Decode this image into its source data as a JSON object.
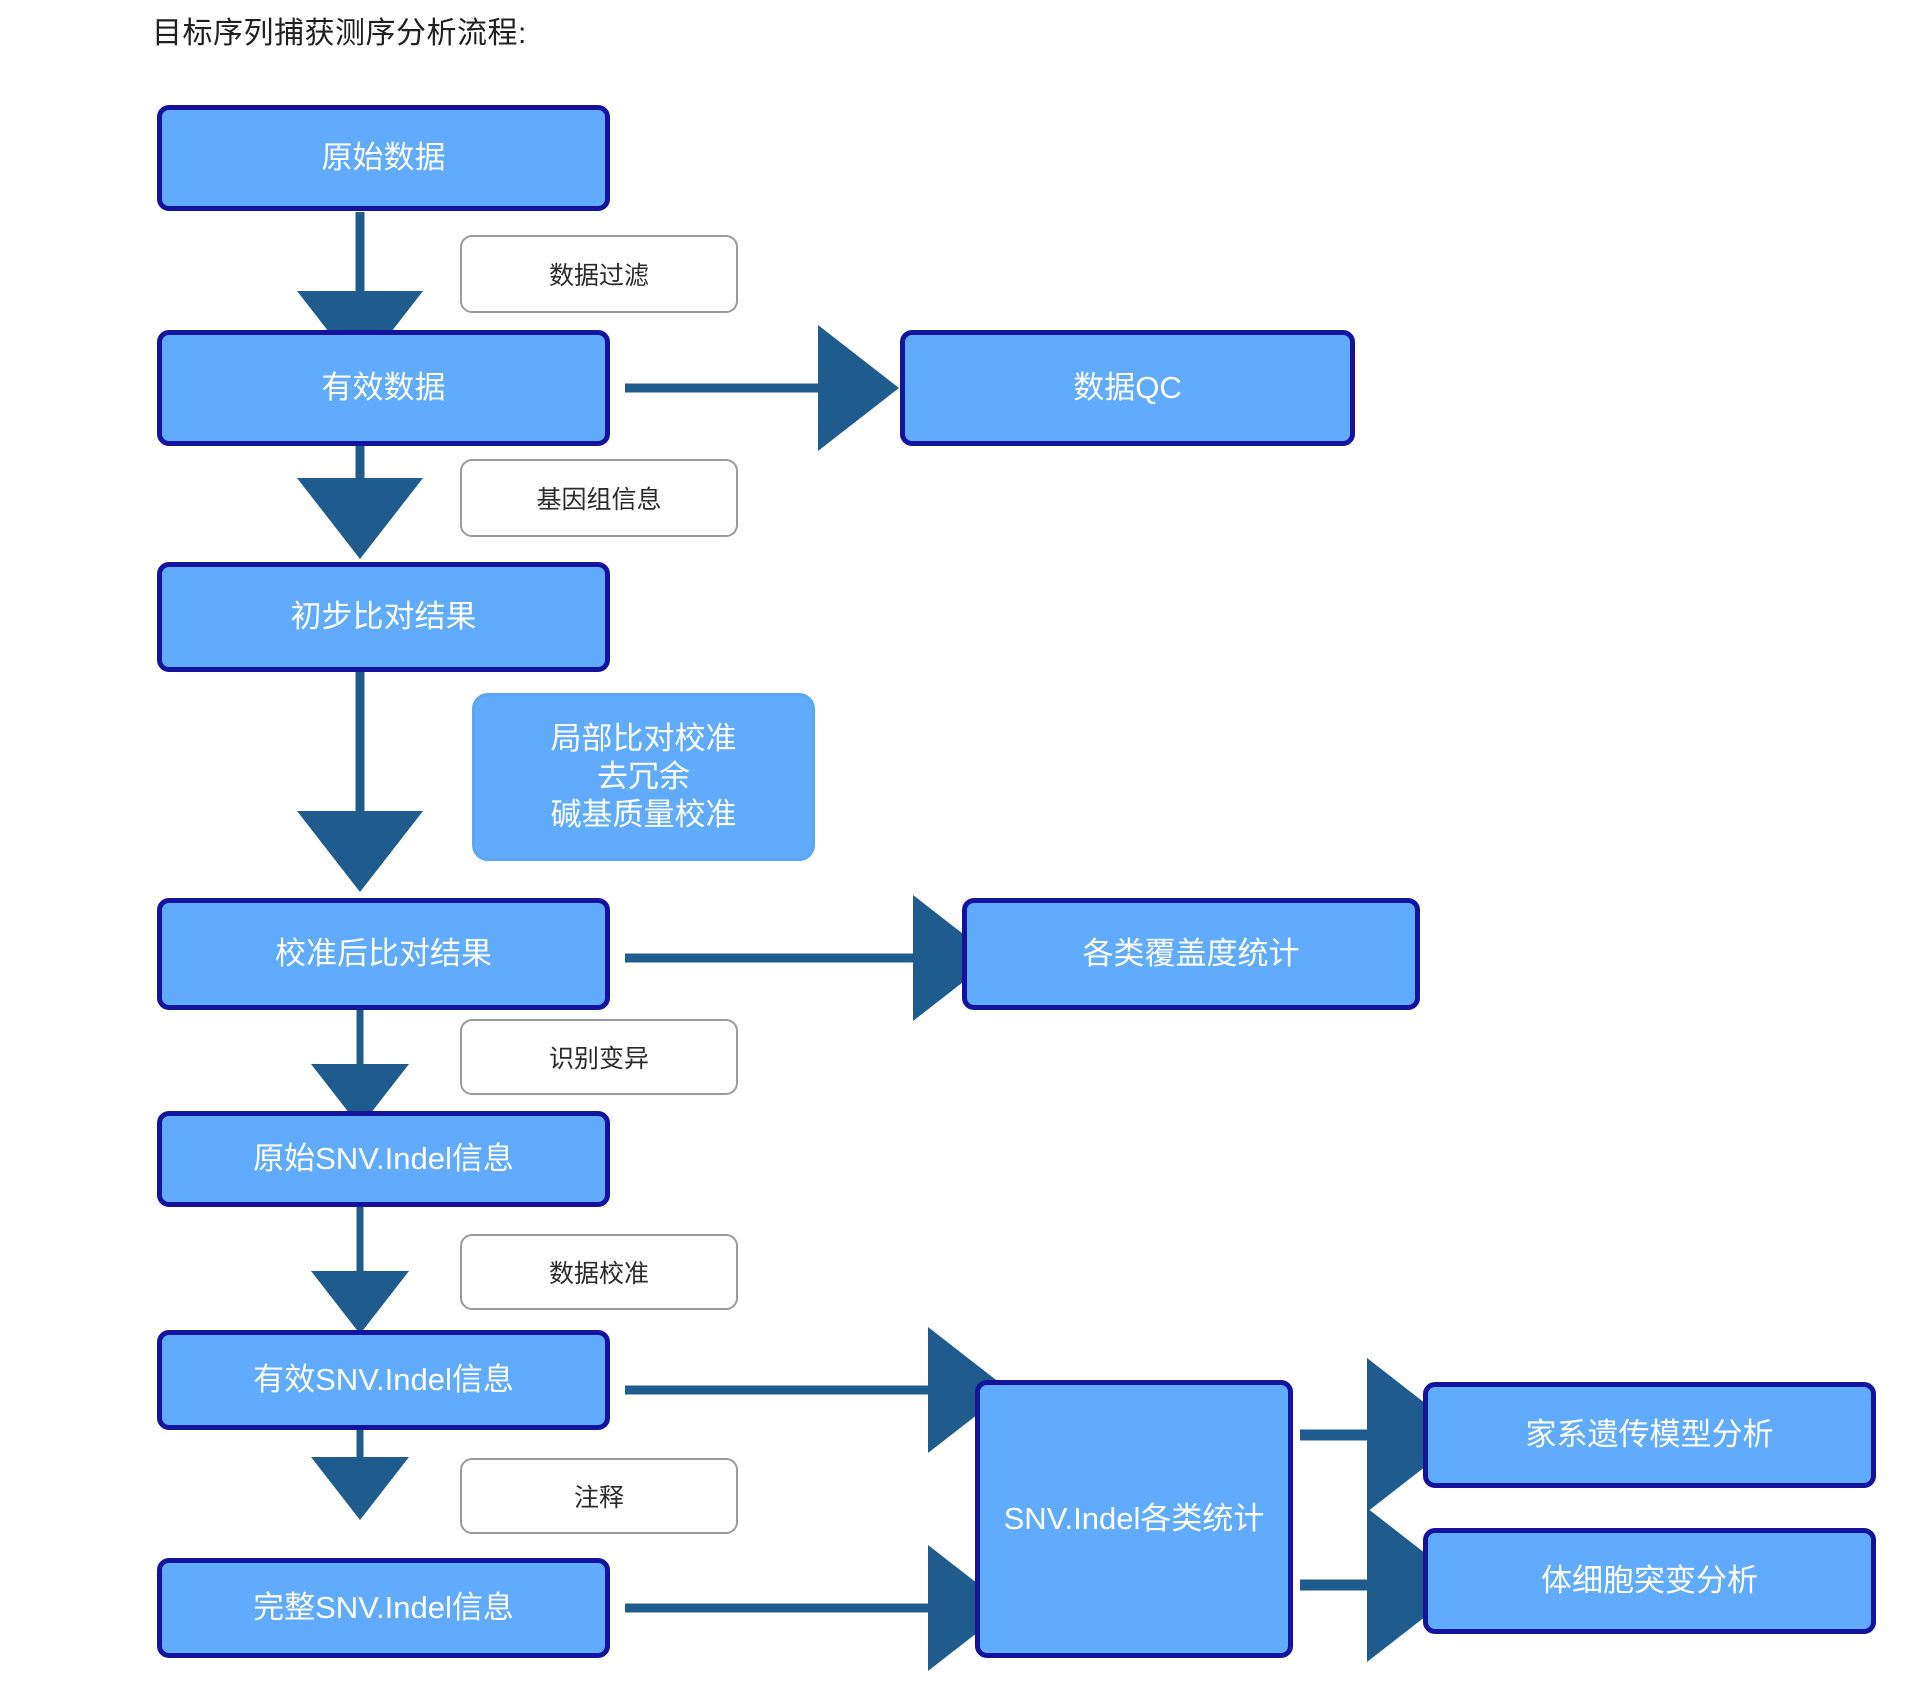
{
  "document": {
    "title": "目标序列捕获测序分析流程:",
    "type": "flowchart",
    "language": "zh-CN"
  },
  "colors": {
    "node_fill": "#60ABFB",
    "node_border": "#13139E",
    "soft_node_border": "#5AA6F2",
    "node_text": "#FFFFFF",
    "label_fill": "#FFFFFF",
    "label_border": "#9A9A9A",
    "label_text": "#2B2B2B",
    "arrow": "#1F5C8D",
    "background": "#FFFFFF"
  },
  "nodes": [
    {
      "id": "raw-data",
      "label": "原始数据",
      "kind": "process"
    },
    {
      "id": "valid-data",
      "label": "有效数据",
      "kind": "process"
    },
    {
      "id": "data-qc",
      "label": "数据QC",
      "kind": "process"
    },
    {
      "id": "initial-align",
      "label": "初步比对结果",
      "kind": "process"
    },
    {
      "id": "realign-note",
      "label": "局部比对校准\n去冗余\n碱基质量校准",
      "kind": "soft-process",
      "lines": [
        "局部比对校准",
        "去冗余",
        "碱基质量校准"
      ]
    },
    {
      "id": "calibrated-align",
      "label": "校准后比对结果",
      "kind": "process"
    },
    {
      "id": "coverage-stats",
      "label": "各类覆盖度统计",
      "kind": "process"
    },
    {
      "id": "raw-snv-indel",
      "label": "原始SNV.Indel信息",
      "kind": "process"
    },
    {
      "id": "valid-snv-indel",
      "label": "有效SNV.Indel信息",
      "kind": "process"
    },
    {
      "id": "full-snv-indel",
      "label": "完整SNV.Indel信息",
      "kind": "process"
    },
    {
      "id": "snv-indel-stats",
      "label": "SNV.Indel各类统计",
      "kind": "process"
    },
    {
      "id": "pedigree",
      "label": "家系遗传模型分析",
      "kind": "process"
    },
    {
      "id": "somatic",
      "label": "体细胞突变分析",
      "kind": "process"
    }
  ],
  "edge_labels": [
    {
      "id": "filter",
      "label": "数据过滤",
      "from": "raw-data",
      "to": "valid-data"
    },
    {
      "id": "genome-info",
      "label": "基因组信息",
      "from": "valid-data",
      "to": "initial-align"
    },
    {
      "id": "call-variants",
      "label": "识别变异",
      "from": "calibrated-align",
      "to": "raw-snv-indel"
    },
    {
      "id": "recalibrate",
      "label": "数据校准",
      "from": "raw-snv-indel",
      "to": "valid-snv-indel"
    },
    {
      "id": "annotate",
      "label": "注释",
      "from": "valid-snv-indel",
      "to": "full-snv-indel"
    }
  ],
  "edges": [
    {
      "from": "raw-data",
      "to": "valid-data",
      "direction": "down"
    },
    {
      "from": "valid-data",
      "to": "data-qc",
      "direction": "right"
    },
    {
      "from": "valid-data",
      "to": "initial-align",
      "direction": "down"
    },
    {
      "from": "initial-align",
      "to": "calibrated-align",
      "direction": "down"
    },
    {
      "from": "calibrated-align",
      "to": "coverage-stats",
      "direction": "right"
    },
    {
      "from": "calibrated-align",
      "to": "raw-snv-indel",
      "direction": "down"
    },
    {
      "from": "raw-snv-indel",
      "to": "valid-snv-indel",
      "direction": "down"
    },
    {
      "from": "valid-snv-indel",
      "to": "snv-indel-stats",
      "direction": "right"
    },
    {
      "from": "valid-snv-indel",
      "to": "full-snv-indel",
      "direction": "down"
    },
    {
      "from": "full-snv-indel",
      "to": "snv-indel-stats",
      "direction": "right"
    },
    {
      "from": "snv-indel-stats",
      "to": "pedigree",
      "direction": "right"
    },
    {
      "from": "snv-indel-stats",
      "to": "somatic",
      "direction": "right"
    }
  ]
}
